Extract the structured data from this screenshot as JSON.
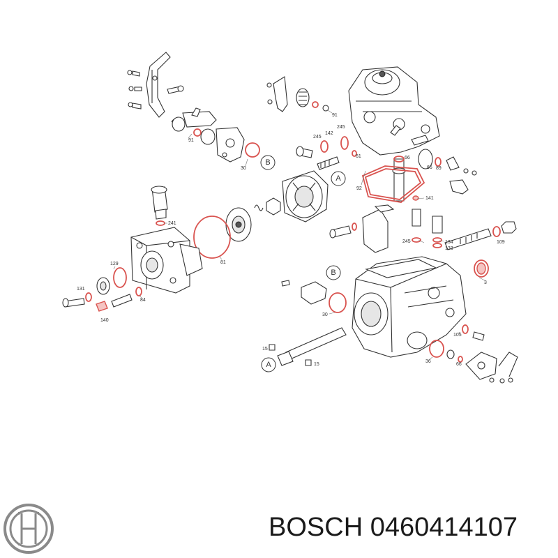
{
  "diagram": {
    "part_numbers": {
      "p91a": "91",
      "p30a": "30",
      "p91b": "91",
      "p66a": "66",
      "p245a": "245",
      "p142": "142",
      "p245b": "245",
      "p61": "61",
      "p66b": "66",
      "p89": "89",
      "p92": "92",
      "p141": "141",
      "p241": "241",
      "p245c": "245",
      "p134": "134",
      "p133": "133",
      "p109": "109",
      "p129": "129",
      "p81": "81",
      "p131": "131",
      "p84": "84",
      "p140": "140",
      "p3": "3",
      "p30b": "30",
      "p105": "105",
      "p15a": "15",
      "p15b": "15",
      "p36": "36",
      "p66c": "66"
    },
    "callouts": {
      "b_top": "B",
      "a_top": "A",
      "b_mid": "B",
      "a_bottom": "A"
    }
  },
  "caption": {
    "brand": "BOSCH",
    "part_number": "0460414107"
  },
  "colors": {
    "seal": "#d9534f",
    "line": "#333333",
    "background": "#ffffff"
  },
  "icons": {
    "brand_logo": "bosch-armature-logo-icon"
  }
}
